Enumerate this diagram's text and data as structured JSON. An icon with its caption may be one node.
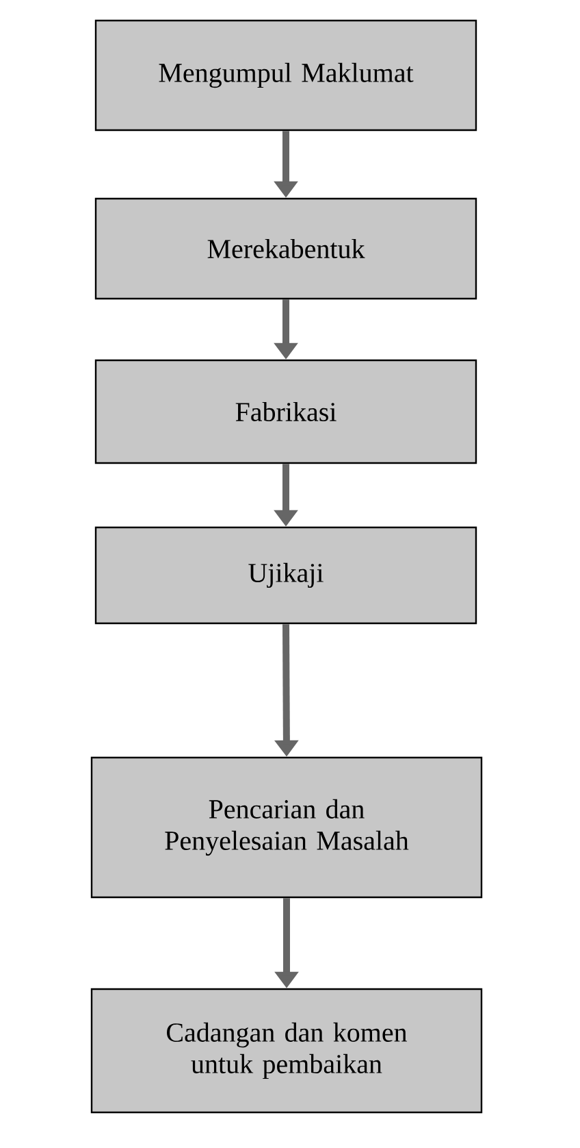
{
  "diagram": {
    "nodes": [
      {
        "text": [
          "Mengumpul Maklumat"
        ]
      },
      {
        "text": [
          "Merekabentuk"
        ]
      },
      {
        "text": [
          "Fabrikasi"
        ]
      },
      {
        "text": [
          "Ujikaji"
        ]
      },
      {
        "text": [
          "Pencarian dan Penyelesaian Masalah"
        ]
      },
      {
        "text": [
          "Cadangan dan komen untuk pembaikan"
        ]
      }
    ],
    "edges": [
      {
        "from": 0,
        "to": 1,
        "arrow": "to"
      },
      {
        "from": 1,
        "to": 2,
        "arrow": "to"
      },
      {
        "from": 2,
        "to": 3,
        "arrow": "to"
      },
      {
        "from": 3,
        "to": 4,
        "arrow": "to"
      },
      {
        "from": 4,
        "to": 5,
        "arrow": "to"
      }
    ]
  }
}
